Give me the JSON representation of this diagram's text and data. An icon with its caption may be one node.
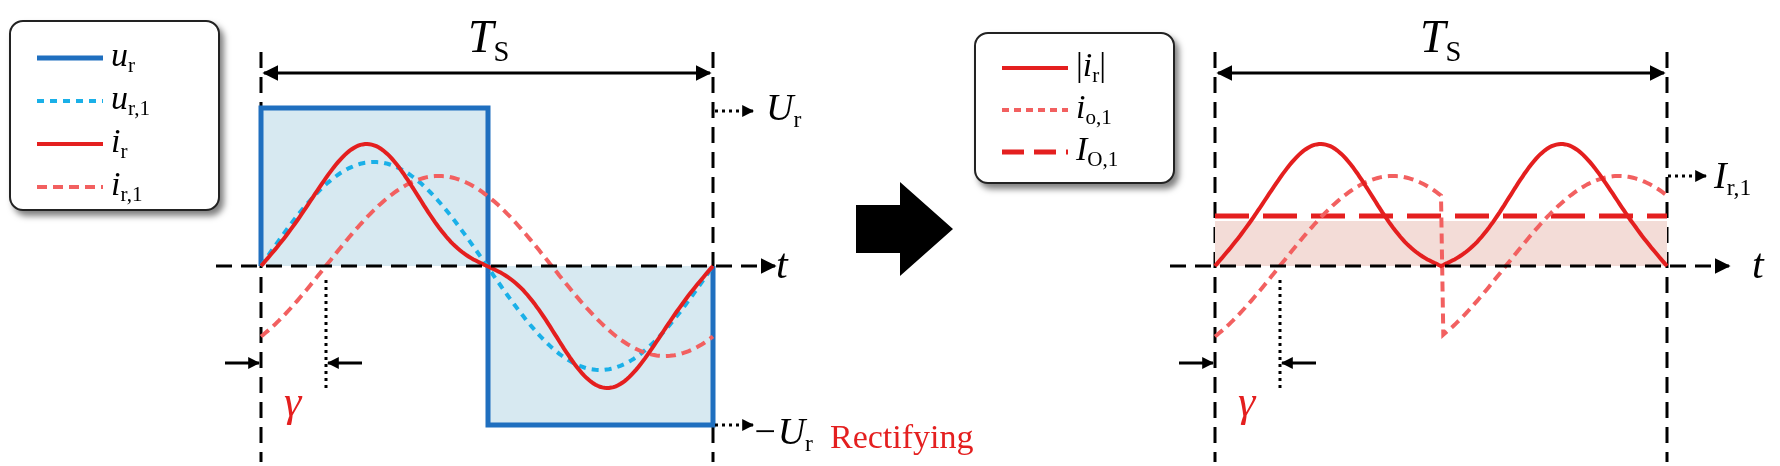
{
  "diagram": {
    "labels": [
      "*T*$_{S}$",
      "*U*$_{r}$",
      "*T*$_{S}$",
      "*I*$_{r,1}$",
      "t",
      "t",
      "γ",
      "Rectifying",
      "γ",
      "−*U*$_{r}$"
    ],
    "legend": [
      {
        "text": "*u*$_{r}$"
      },
      {
        "text": "*u*$_{r,1}$"
      },
      {
        "text": "*i*$_{r}$"
      },
      {
        "text": "*i*$_{r,1}$"
      },
      {
        "text": "|*i*$_{r}$|"
      },
      {
        "text": "*i*$_{o,1}$"
      },
      {
        "text": "*I*$_{O,1}$"
      }
    ]
  }
}
